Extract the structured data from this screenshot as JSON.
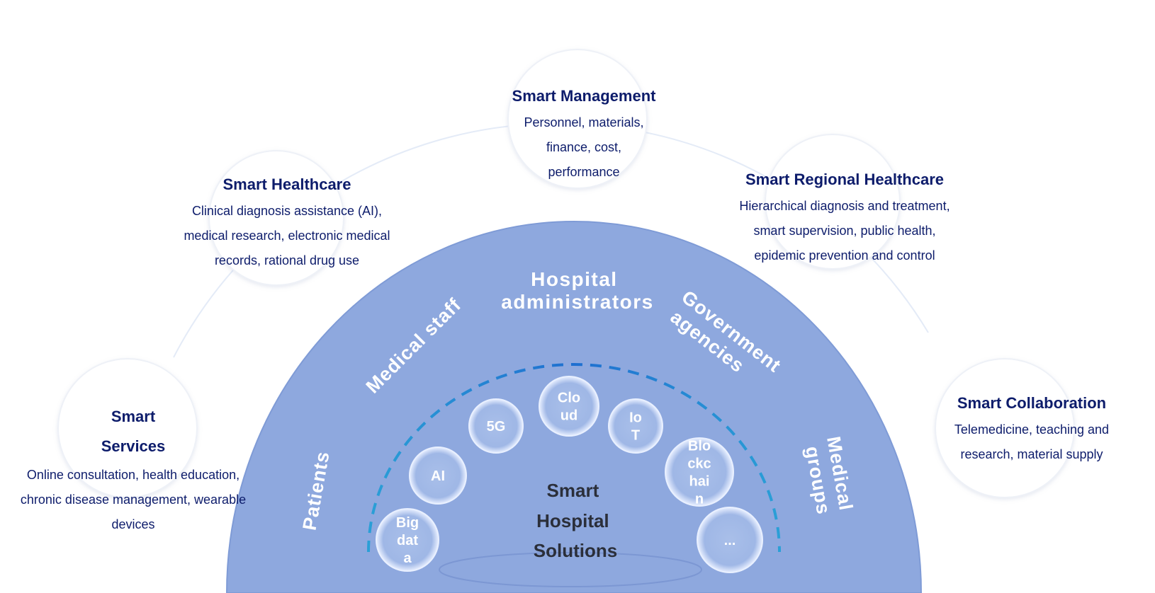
{
  "pillars": {
    "services": {
      "title": "Smart Services",
      "description": "Online consultation, health education, chronic disease management, wearable devices"
    },
    "healthcare": {
      "title": "Smart Healthcare",
      "description": "Clinical diagnosis assistance (AI), medical research, electronic medical records, rational drug use"
    },
    "management": {
      "title": "Smart Management",
      "description": "Personnel, materials, finance, cost, performance"
    },
    "regional": {
      "title": "Smart Regional Healthcare",
      "description": "Hierarchical diagnosis and treatment, smart supervision, public health, epidemic prevention and control"
    },
    "collaboration": {
      "title": "Smart Collaboration",
      "description": "Telemedicine, teaching and research, material supply"
    }
  },
  "stakeholders": {
    "patients": "Patients",
    "medical_staff": "Medical staff",
    "administrators": "Hospital administrators",
    "government": "Government agencies",
    "groups": "Medical groups"
  },
  "center_label": "Smart Hospital Solutions",
  "technologies": [
    {
      "id": "big-data",
      "label": "Big data"
    },
    {
      "id": "ai",
      "label": "AI"
    },
    {
      "id": "5g",
      "label": "5G"
    },
    {
      "id": "cloud",
      "label": "Cloud"
    },
    {
      "id": "iot",
      "label": "IoT"
    },
    {
      "id": "blockchain",
      "label": "Blockchain"
    },
    {
      "id": "more",
      "label": "..."
    }
  ],
  "colors": {
    "dome": "#8ea8de",
    "title_text": "#0d1c6b",
    "dashed_arc": "#1f6fd0"
  }
}
